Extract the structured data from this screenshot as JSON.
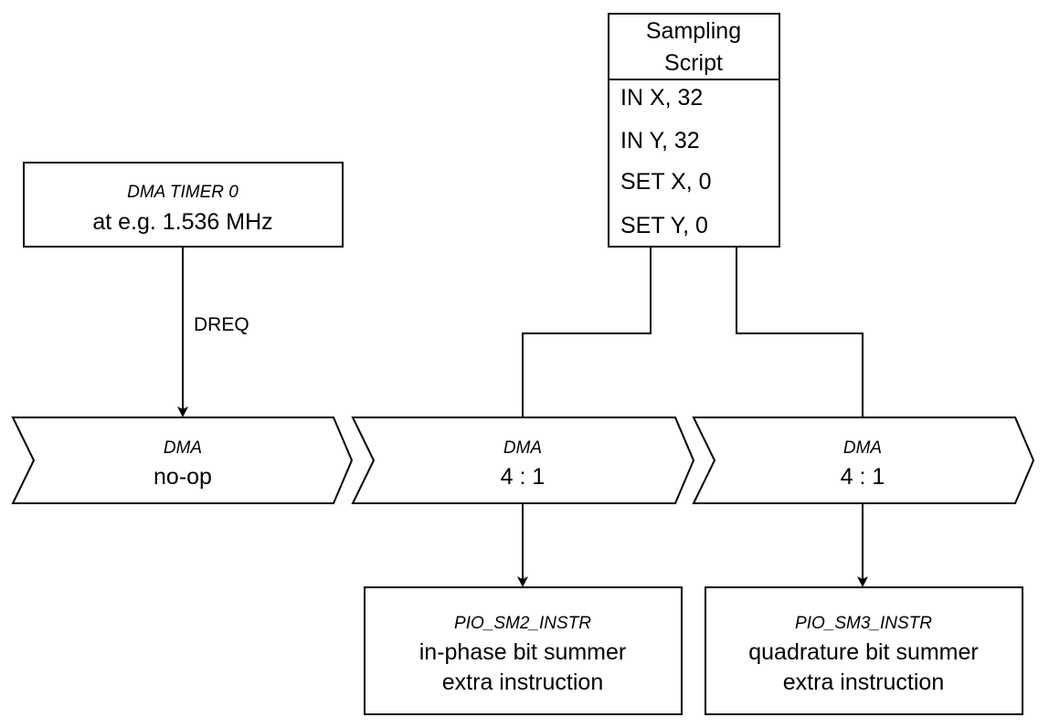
{
  "timer": {
    "title": "DMA TIMER 0",
    "subtitle": "at e.g. 1.536 MHz"
  },
  "dreq_label": "DREQ",
  "script": {
    "title_line1": "Sampling",
    "title_line2": "Script",
    "instructions": [
      "IN X, 32",
      "IN Y, 32",
      "SET X, 0",
      "SET Y, 0"
    ]
  },
  "dma_blocks": [
    {
      "title": "DMA",
      "label": "no-op"
    },
    {
      "title": "DMA",
      "label": "4 : 1"
    },
    {
      "title": "DMA",
      "label": "4 : 1"
    }
  ],
  "pio_blocks": [
    {
      "title": "PIO_SM2_INSTR",
      "line1": "in-phase bit summer",
      "line2": "extra instruction"
    },
    {
      "title": "PIO_SM3_INSTR",
      "line1": "quadrature bit summer",
      "line2": "extra instruction"
    }
  ],
  "colors": {
    "stroke": "#000000",
    "fill": "#ffffff"
  }
}
